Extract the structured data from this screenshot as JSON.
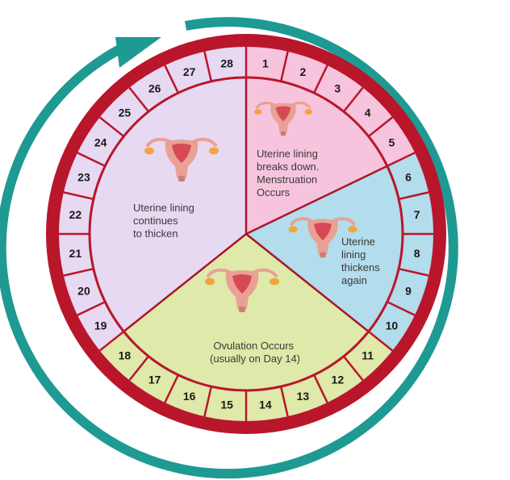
{
  "colors": {
    "ring_red": "#b9162c",
    "divider_red": "#a8162a",
    "arrow_teal": "#1e9a92",
    "menstruation": "#f7c4dd",
    "thickens_again": "#b3dcec",
    "ovulation": "#dfe9a9",
    "continues": "#e7d9f1",
    "uterus_body": "#e9a196",
    "uterus_inner": "#d64a55",
    "ovary": "#f2a440"
  },
  "days": [
    {
      "n": "1",
      "phase": "menstruation"
    },
    {
      "n": "2",
      "phase": "menstruation"
    },
    {
      "n": "3",
      "phase": "menstruation"
    },
    {
      "n": "4",
      "phase": "menstruation"
    },
    {
      "n": "5",
      "phase": "menstruation"
    },
    {
      "n": "6",
      "phase": "thickens_again"
    },
    {
      "n": "7",
      "phase": "thickens_again"
    },
    {
      "n": "8",
      "phase": "thickens_again"
    },
    {
      "n": "9",
      "phase": "thickens_again"
    },
    {
      "n": "10",
      "phase": "thickens_again"
    },
    {
      "n": "11",
      "phase": "ovulation"
    },
    {
      "n": "12",
      "phase": "ovulation"
    },
    {
      "n": "13",
      "phase": "ovulation"
    },
    {
      "n": "14",
      "phase": "ovulation"
    },
    {
      "n": "15",
      "phase": "ovulation"
    },
    {
      "n": "16",
      "phase": "ovulation"
    },
    {
      "n": "17",
      "phase": "ovulation"
    },
    {
      "n": "18",
      "phase": "ovulation"
    },
    {
      "n": "19",
      "phase": "continues"
    },
    {
      "n": "20",
      "phase": "continues"
    },
    {
      "n": "21",
      "phase": "continues"
    },
    {
      "n": "22",
      "phase": "continues"
    },
    {
      "n": "23",
      "phase": "continues"
    },
    {
      "n": "24",
      "phase": "continues"
    },
    {
      "n": "25",
      "phase": "continues"
    },
    {
      "n": "26",
      "phase": "continues"
    },
    {
      "n": "27",
      "phase": "continues"
    },
    {
      "n": "28",
      "phase": "continues"
    }
  ],
  "phases": {
    "menstruation": {
      "lines": [
        "Uterine lining",
        "breaks down.",
        "Menstruation",
        "Occurs"
      ]
    },
    "thickens_again": {
      "lines": [
        "Uterine",
        "lining",
        "thickens",
        "again"
      ]
    },
    "ovulation": {
      "lines": [
        "Ovulation Occurs",
        "(usually on Day 14)"
      ]
    },
    "continues": {
      "lines": [
        "Uterine lining",
        "continues",
        "to thicken"
      ]
    }
  }
}
